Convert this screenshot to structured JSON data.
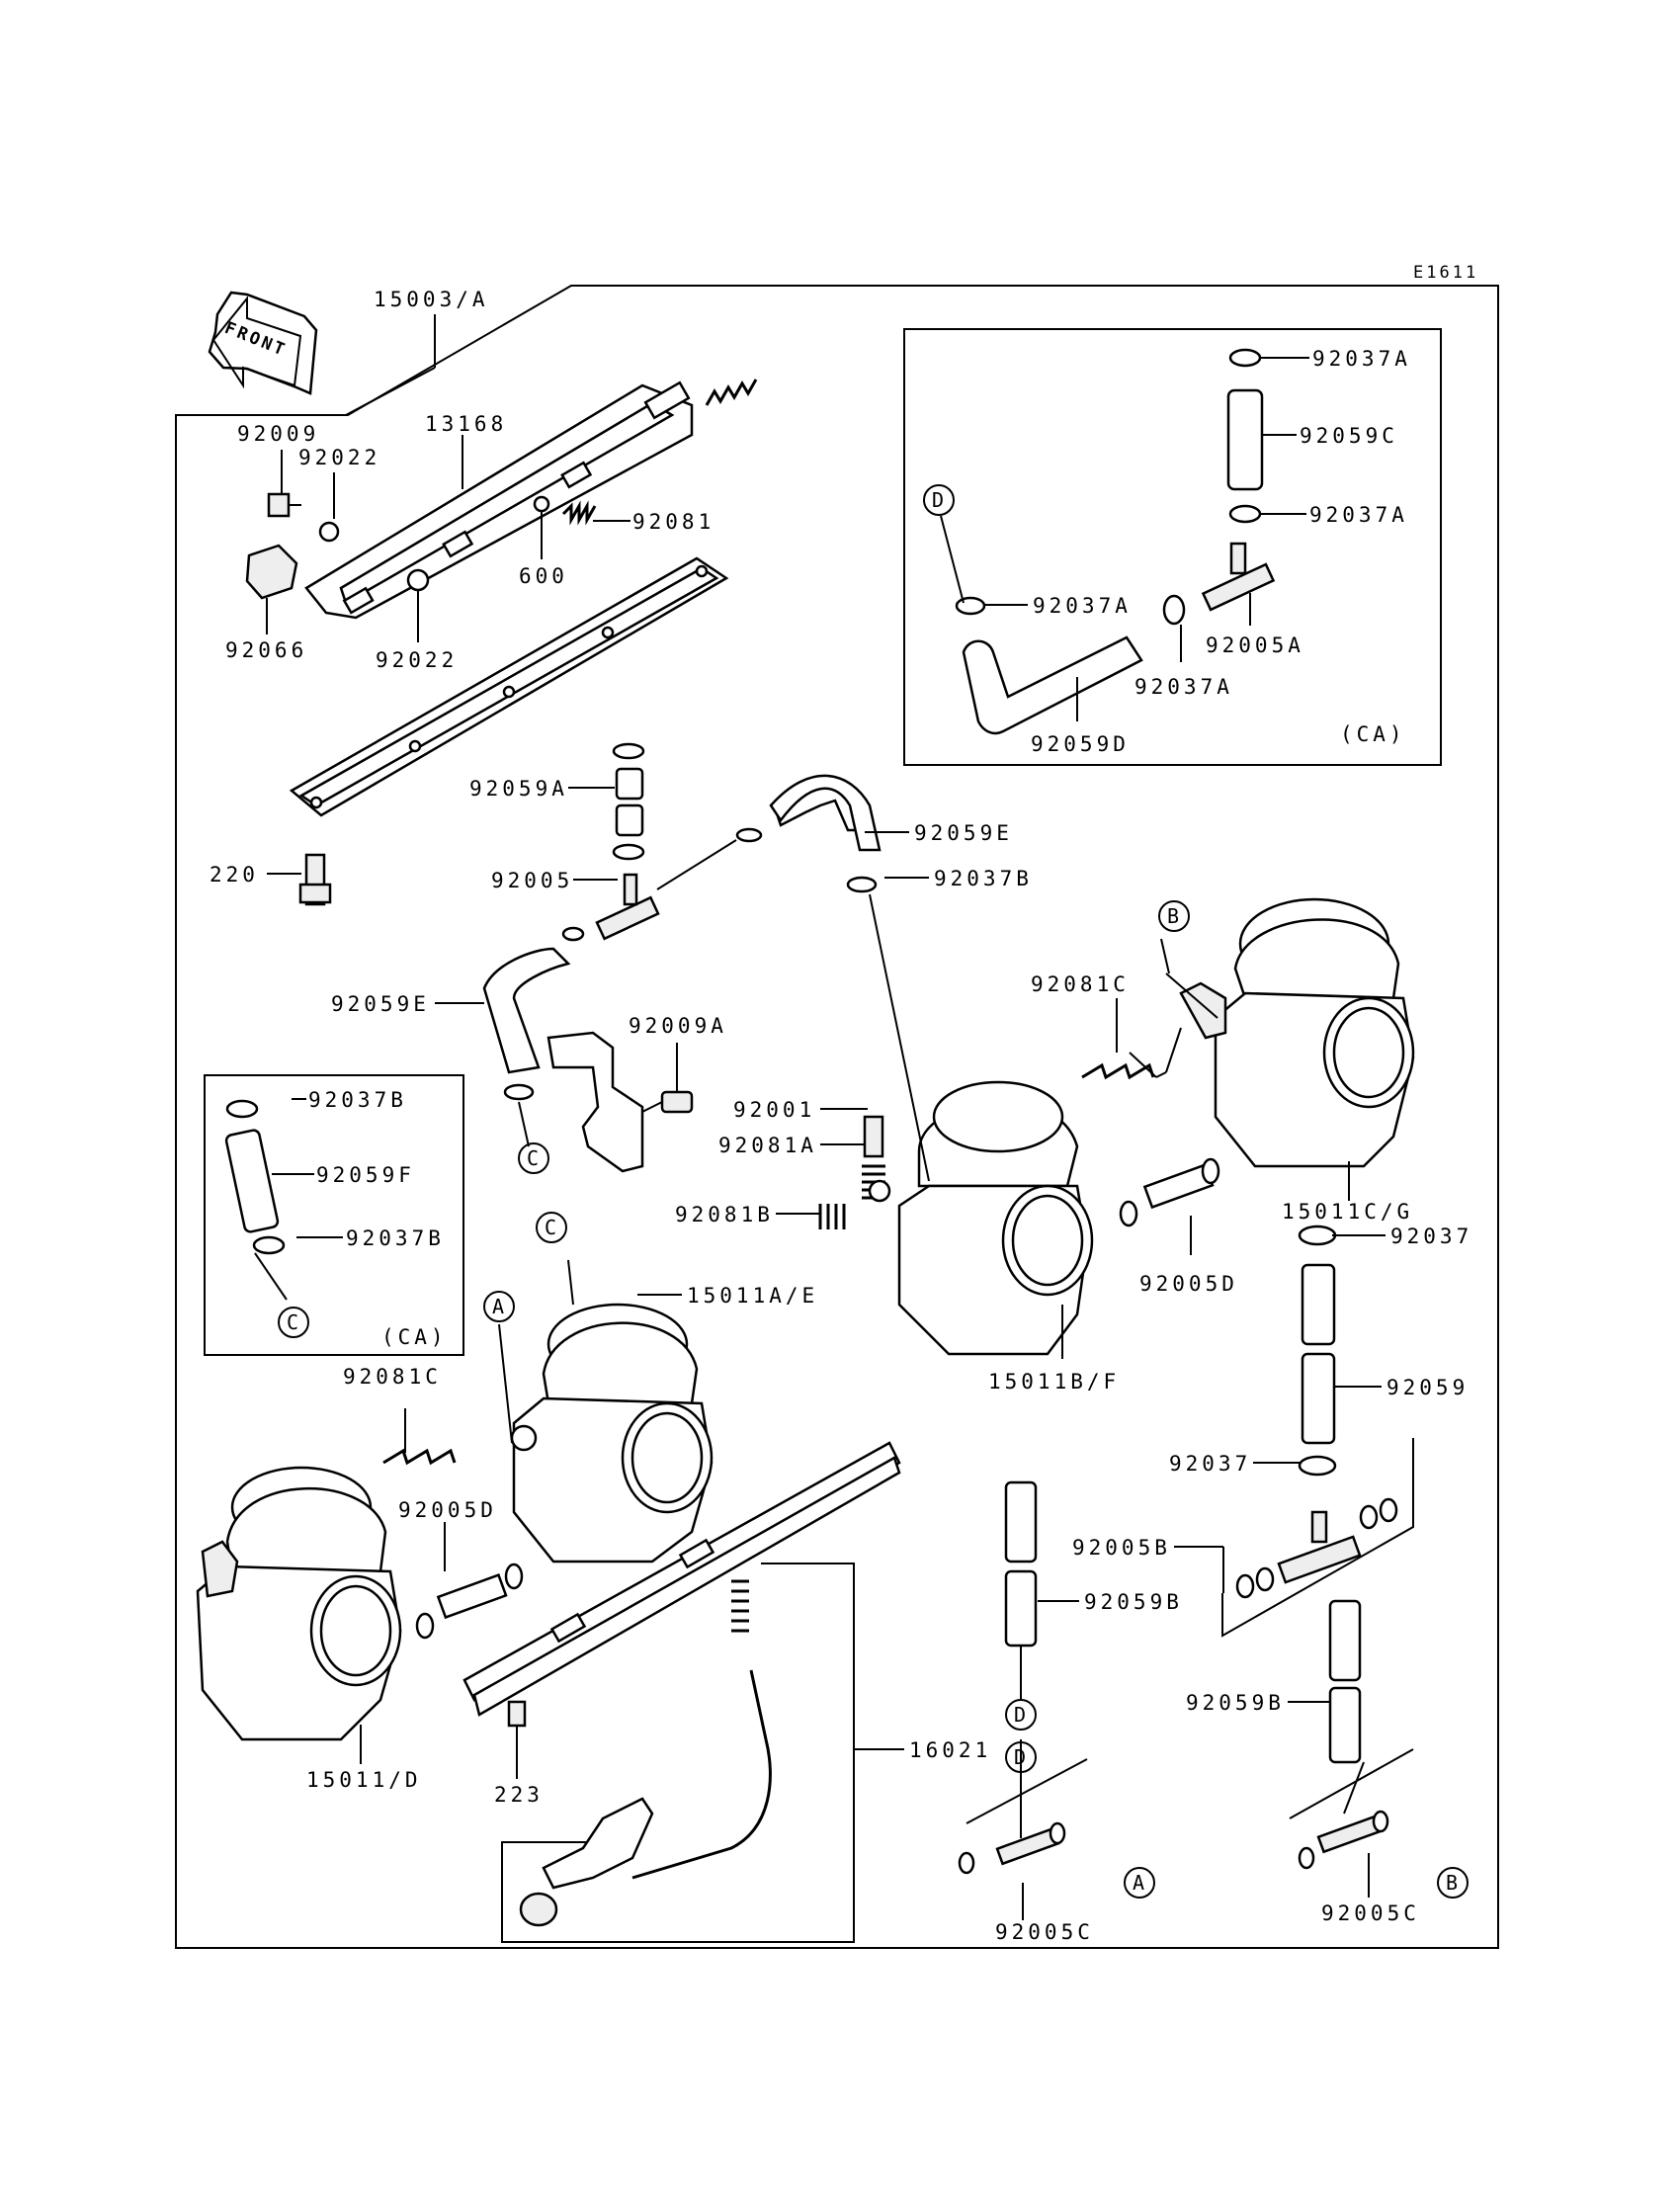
{
  "diagram": {
    "figure_code": "E1611",
    "front_label": "FRONT",
    "region_labels": {
      "ca_top": "(CA)",
      "ca_left": "(CA)"
    },
    "part_labels": {
      "p15003A": "15003/A",
      "p13168": "13168",
      "p92009": "92009",
      "p92022_top": "92022",
      "p92081": "92081",
      "p600": "600",
      "p92066": "92066",
      "p92022_bot": "92022",
      "p220": "220",
      "p92059A": "92059A",
      "p92005": "92005",
      "p92059E_top": "92059E",
      "p92037B_top": "92037B",
      "p92059E_left": "92059E",
      "p92009A": "92009A",
      "p92081C_right": "92081C",
      "p92001": "92001",
      "p92081A": "92081A",
      "p92081B": "92081B",
      "p15011CG": "15011C/G",
      "p92037_right": "92037",
      "p92005D_right": "92005D",
      "p15011BF": "15011B/F",
      "p92059_right": "92059",
      "p92037_right2": "92037",
      "p92005B": "92005B",
      "p92059B_mid": "92059B",
      "p92059B_right": "92059B",
      "p92005C_mid": "92005C",
      "p92005C_right": "92005C",
      "p16021": "16021",
      "p223": "223",
      "p15011D": "15011/D",
      "p92005D_left": "92005D",
      "p92081C_left": "92081C",
      "p15011AE": "15011A/E",
      "p92037B_ca1": "92037B",
      "p92059F": "92059F",
      "p92037B_ca2": "92037B",
      "p92037A_1": "92037A",
      "p92059C": "92059C",
      "p92037A_2": "92037A",
      "p92037A_3": "92037A",
      "p92005A": "92005A",
      "p92037A_4": "92037A",
      "p92059D": "92059D"
    },
    "circle_refs": {
      "D_ca": "D",
      "B_top": "B",
      "C_mid": "C",
      "C_ca": "C",
      "C_carb": "C",
      "A_carb": "A",
      "D_mid1": "D",
      "D_mid2": "D",
      "A_bot": "A",
      "B_bot": "B"
    }
  }
}
